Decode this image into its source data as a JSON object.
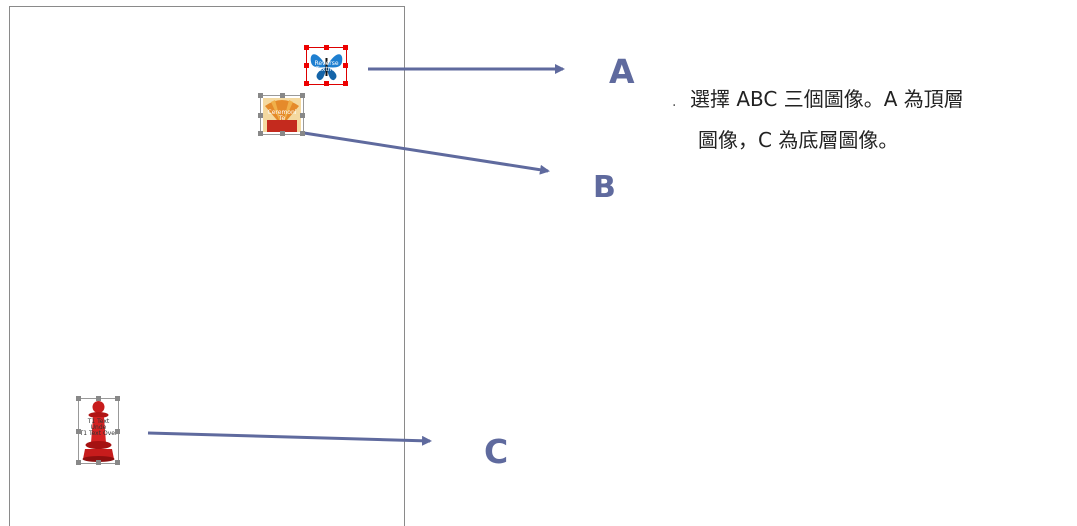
{
  "labels": {
    "a": "A",
    "b": "B",
    "c": "C"
  },
  "instruction": {
    "bullet": ".",
    "line1": "選擇 ABC 三個圖像。A 為頂層",
    "line2": "圖像，C 為底層圖像。"
  },
  "thumbnails": {
    "a": {
      "name": "butterfly",
      "caption": "Reverse\nTextmo"
    },
    "b": {
      "name": "fan",
      "caption": "Ceremoni\nTe"
    },
    "c": {
      "name": "chess-pawn",
      "caption": "T1 Text Unde\nT1 Text Over"
    }
  },
  "colors": {
    "accent": "#5f6a9e",
    "selection_active": "#dd0000",
    "selection_inactive": "#888888"
  }
}
